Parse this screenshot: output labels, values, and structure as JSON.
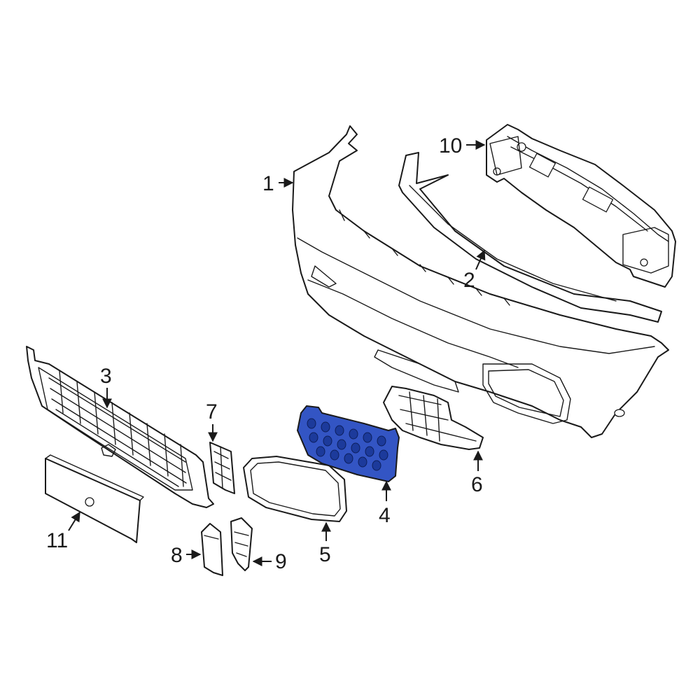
{
  "colors": {
    "highlight_fill": "#3355c4",
    "highlight_stroke": "#1a1a1a",
    "line": "#1a1a1a",
    "background": "#ffffff"
  },
  "callouts": [
    {
      "id": "1",
      "label": "1"
    },
    {
      "id": "2",
      "label": "2"
    },
    {
      "id": "3",
      "label": "3"
    },
    {
      "id": "4",
      "label": "4"
    },
    {
      "id": "5",
      "label": "5"
    },
    {
      "id": "6",
      "label": "6"
    },
    {
      "id": "7",
      "label": "7"
    },
    {
      "id": "8",
      "label": "8"
    },
    {
      "id": "9",
      "label": "9"
    },
    {
      "id": "10",
      "label": "10"
    },
    {
      "id": "11",
      "label": "11"
    }
  ],
  "highlighted_part": "4"
}
